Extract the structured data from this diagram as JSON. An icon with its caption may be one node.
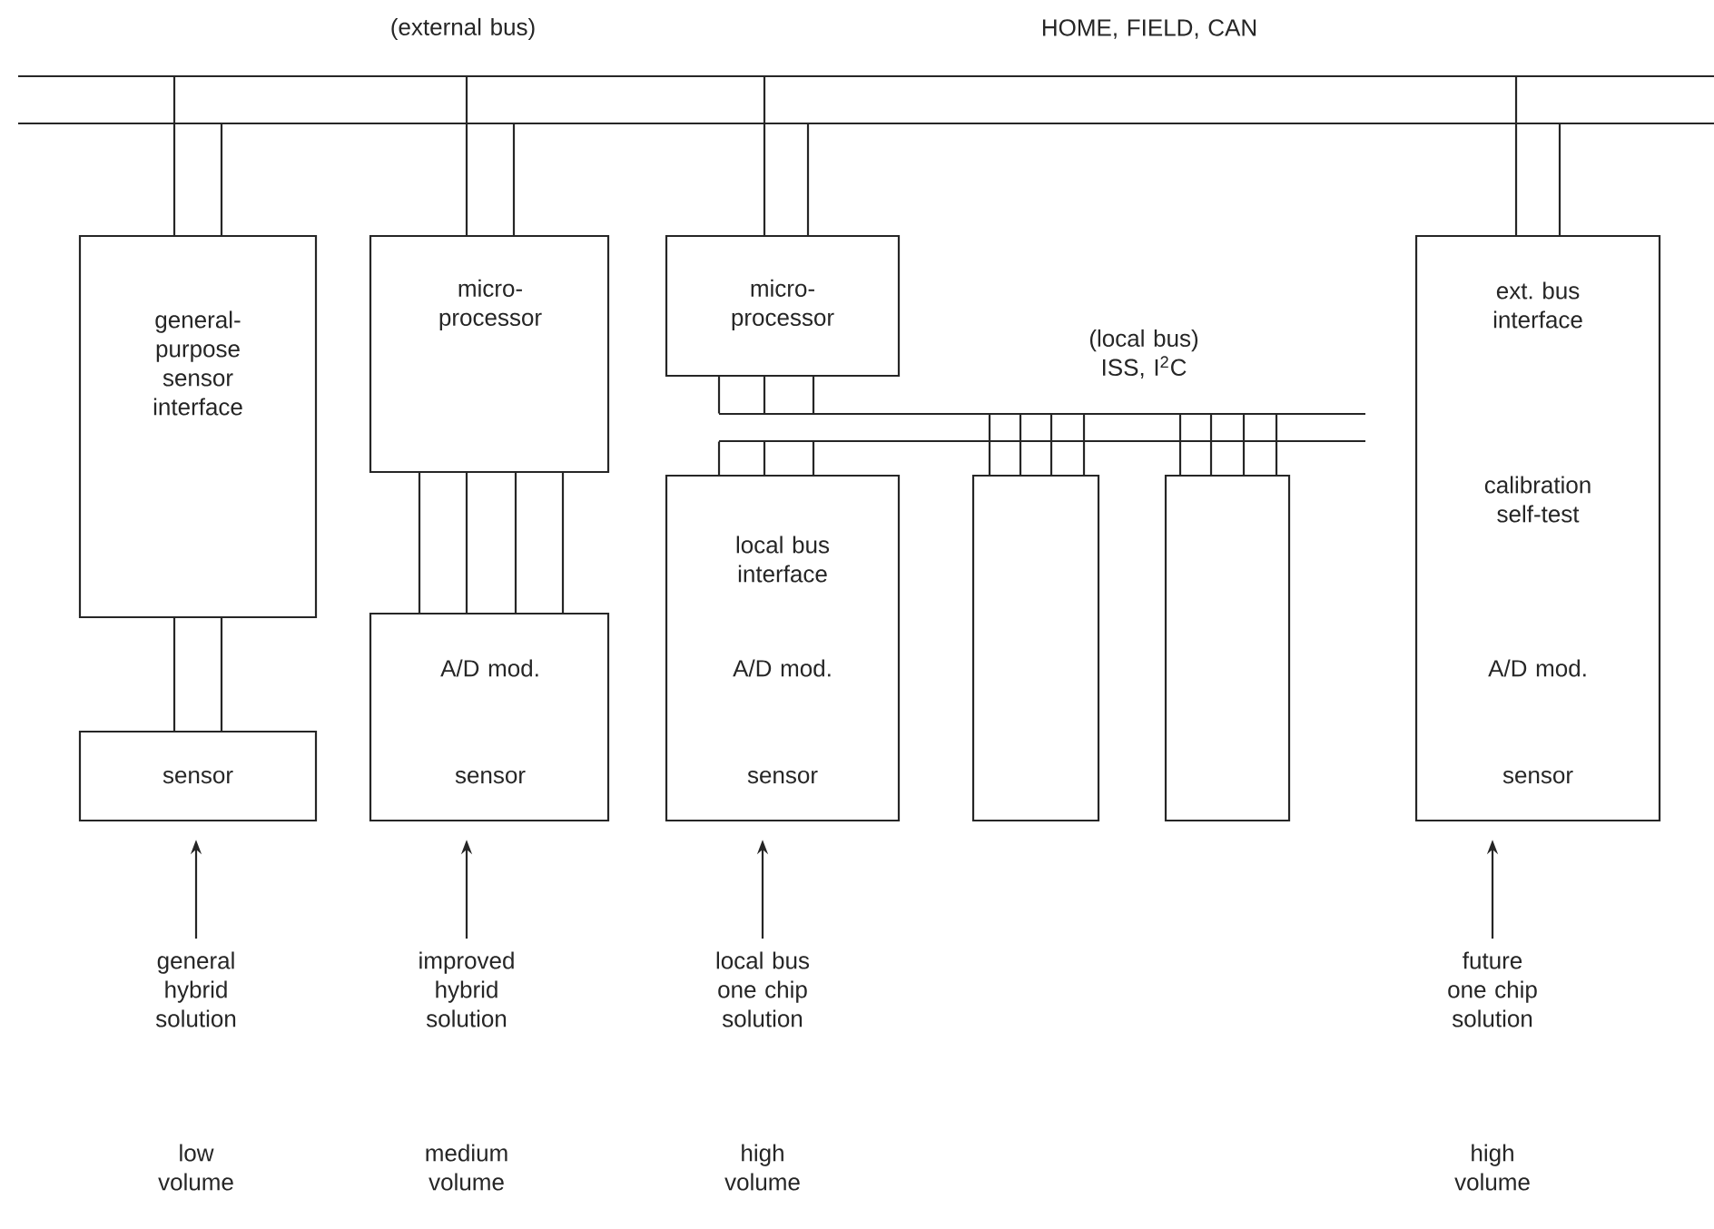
{
  "diagram": {
    "nodes": [
      {
        "text": [
          "(external bus)",
          "HOME, FIELD, CAN"
        ]
      },
      {
        "text": [
          "general-purpose sensor interface"
        ]
      },
      {
        "text": [
          "sensor"
        ]
      },
      {
        "text": [
          "micro-processor"
        ]
      },
      {
        "text": [
          "A/D mod.",
          "sensor"
        ]
      },
      {
        "text": [
          "micro-processor"
        ]
      },
      {
        "text": [
          "local bus interface",
          "A/D mod.",
          "sensor"
        ]
      },
      {
        "text": [
          "(local bus) ISS, I$^{2}$C"
        ]
      },
      {
        "text": [],
        "shape": "box"
      },
      {
        "text": [],
        "shape": "box"
      },
      {
        "text": [
          "ext. bus interface",
          "calibration self-test",
          "A/D mod.",
          "sensor"
        ]
      },
      {
        "text": [
          "general hybrid solution"
        ],
        "beside": [
          "low volume"
        ]
      },
      {
        "text": [
          "improved hybrid solution"
        ],
        "beside": [
          "medium volume"
        ]
      },
      {
        "text": [
          "local bus one chip solution"
        ],
        "beside": [
          "high volume"
        ]
      },
      {
        "text": [
          "future one chip solution"
        ],
        "beside": [
          "high volume"
        ]
      }
    ],
    "edges": [
      {
        "from": 0,
        "to": 1,
        "arrow": "none"
      },
      {
        "from": 0,
        "to": 3,
        "arrow": "none"
      },
      {
        "from": 0,
        "to": 5,
        "arrow": "none"
      },
      {
        "from": 0,
        "to": 10,
        "arrow": "none"
      },
      {
        "from": 1,
        "to": 2,
        "arrow": "none"
      },
      {
        "from": 3,
        "to": 4,
        "arrow": "none"
      },
      {
        "from": 5,
        "to": 7,
        "arrow": "none"
      },
      {
        "from": 7,
        "to": 6,
        "arrow": "none"
      },
      {
        "from": 7,
        "to": 8,
        "arrow": "none"
      },
      {
        "from": 7,
        "to": 9,
        "arrow": "none"
      },
      {
        "from": 11,
        "to": 2,
        "arrow": "to"
      },
      {
        "from": 12,
        "to": 4,
        "arrow": "to"
      },
      {
        "from": 13,
        "to": 6,
        "arrow": "to"
      },
      {
        "from": 14,
        "to": 10,
        "arrow": "to"
      }
    ]
  }
}
